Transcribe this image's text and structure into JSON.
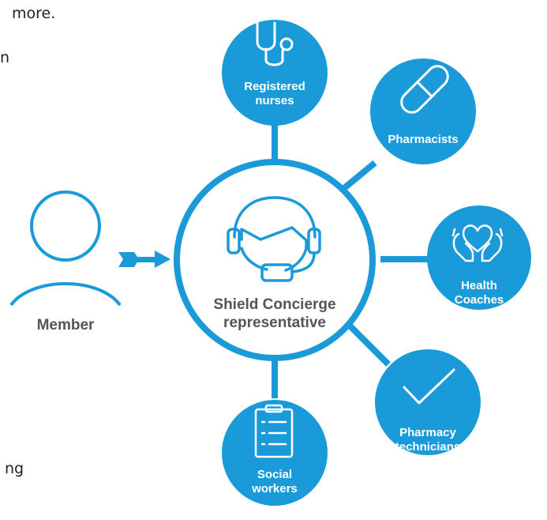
{
  "colors": {
    "primary": "#1b9ad9",
    "text_dark": "#555555",
    "white": "#ffffff"
  },
  "page_fragments": {
    "top_left": "more.",
    "mid_left_cut": "n",
    "bottom_left": "ng"
  },
  "member": {
    "label": "Member"
  },
  "center": {
    "line1": "Shield Concierge",
    "line2": "representative"
  },
  "nodes": [
    {
      "id": "registered-nurses",
      "icon": "stethoscope-icon",
      "lines": [
        "Registered",
        "nurses"
      ]
    },
    {
      "id": "pharmacists",
      "icon": "pill-icon",
      "lines": [
        "Pharmacists"
      ]
    },
    {
      "id": "health-coaches",
      "icon": "heart-hands-icon",
      "lines": [
        "Health",
        "Coaches"
      ]
    },
    {
      "id": "pharmacy-technicians",
      "icon": "checkmark-icon",
      "lines": [
        "Pharmacy",
        "technicians"
      ]
    },
    {
      "id": "social-workers",
      "icon": "clipboard-list-icon",
      "lines": [
        "Social",
        "workers"
      ]
    }
  ]
}
